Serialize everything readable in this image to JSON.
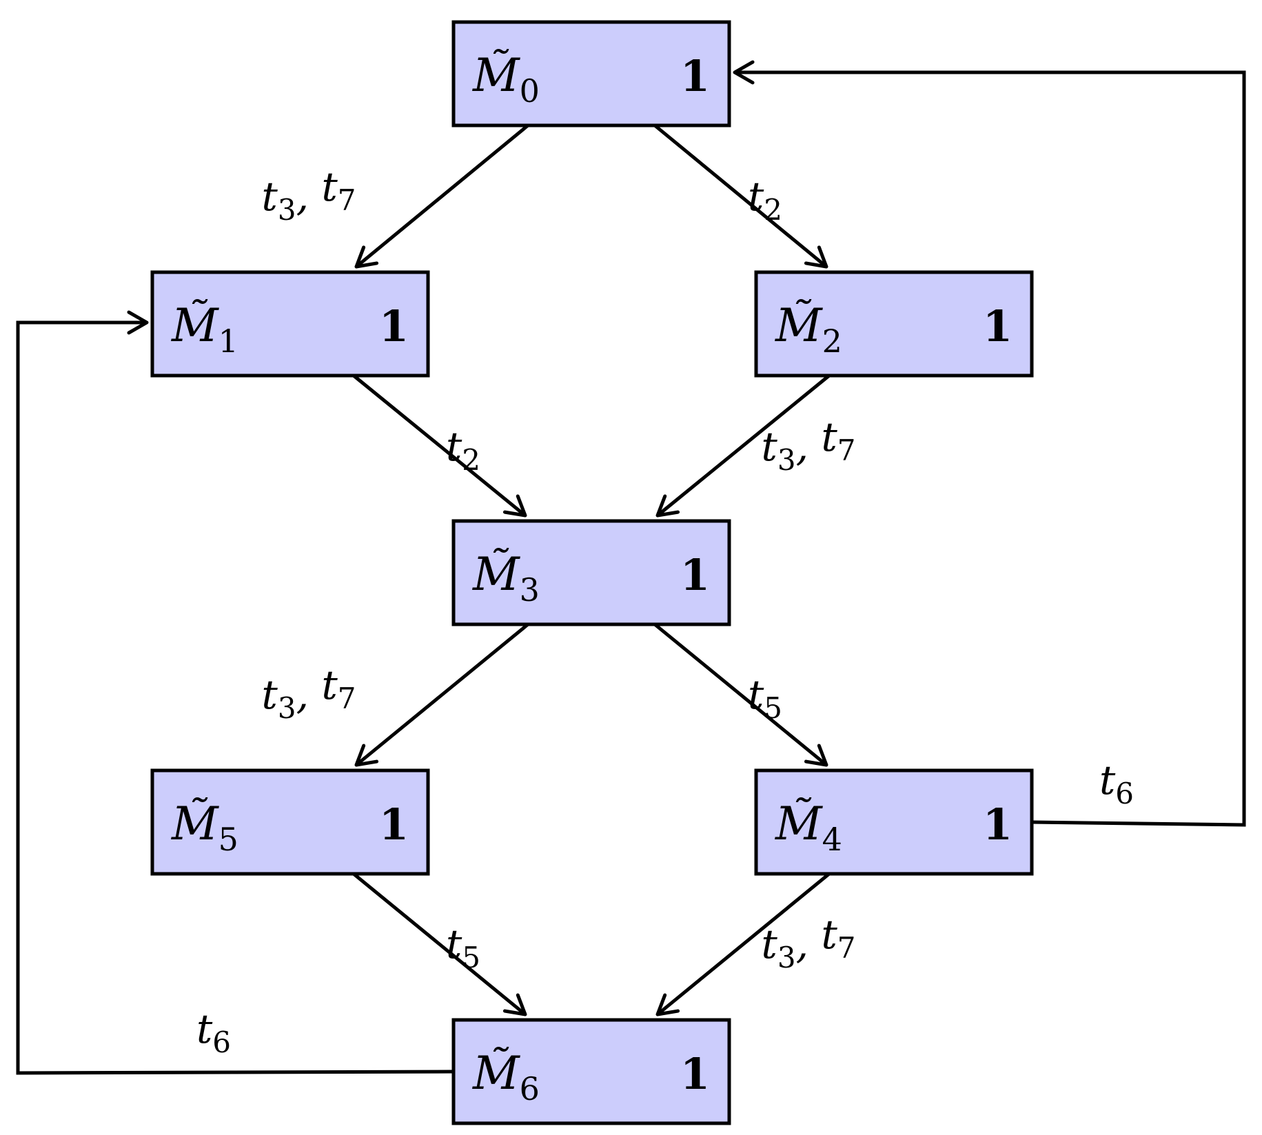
{
  "diagram": {
    "nodes": [
      {
        "id": "M0",
        "symbol": "M̃",
        "subscript": "0",
        "value": "1"
      },
      {
        "id": "M1",
        "symbol": "M̃",
        "subscript": "1",
        "value": "1"
      },
      {
        "id": "M2",
        "symbol": "M̃",
        "subscript": "2",
        "value": "1"
      },
      {
        "id": "M3",
        "symbol": "M̃",
        "subscript": "3",
        "value": "1"
      },
      {
        "id": "M4",
        "symbol": "M̃",
        "subscript": "4",
        "value": "1"
      },
      {
        "id": "M5",
        "symbol": "M̃",
        "subscript": "5",
        "value": "1"
      },
      {
        "id": "M6",
        "symbol": "M̃",
        "subscript": "6",
        "value": "1"
      }
    ],
    "edges": [
      {
        "from": "M0",
        "to": "M1",
        "label": [
          "t",
          "3",
          ", ",
          "t",
          "7"
        ]
      },
      {
        "from": "M0",
        "to": "M2",
        "label": [
          "t",
          "2"
        ]
      },
      {
        "from": "M1",
        "to": "M3",
        "label": [
          "t",
          "2"
        ]
      },
      {
        "from": "M2",
        "to": "M3",
        "label": [
          "t",
          "3",
          ", ",
          "t",
          "7"
        ]
      },
      {
        "from": "M3",
        "to": "M5",
        "label": [
          "t",
          "3",
          ", ",
          "t",
          "7"
        ]
      },
      {
        "from": "M3",
        "to": "M4",
        "label": [
          "t",
          "5"
        ]
      },
      {
        "from": "M5",
        "to": "M6",
        "label": [
          "t",
          "5"
        ]
      },
      {
        "from": "M4",
        "to": "M6",
        "label": [
          "t",
          "3",
          ", ",
          "t",
          "7"
        ]
      },
      {
        "from": "M4",
        "to": "M0",
        "label": [
          "t",
          "6"
        ]
      },
      {
        "from": "M6",
        "to": "M1",
        "label": [
          "t",
          "6"
        ]
      }
    ],
    "colors": {
      "node_fill": "#cccdfc",
      "stroke": "#000000"
    }
  }
}
